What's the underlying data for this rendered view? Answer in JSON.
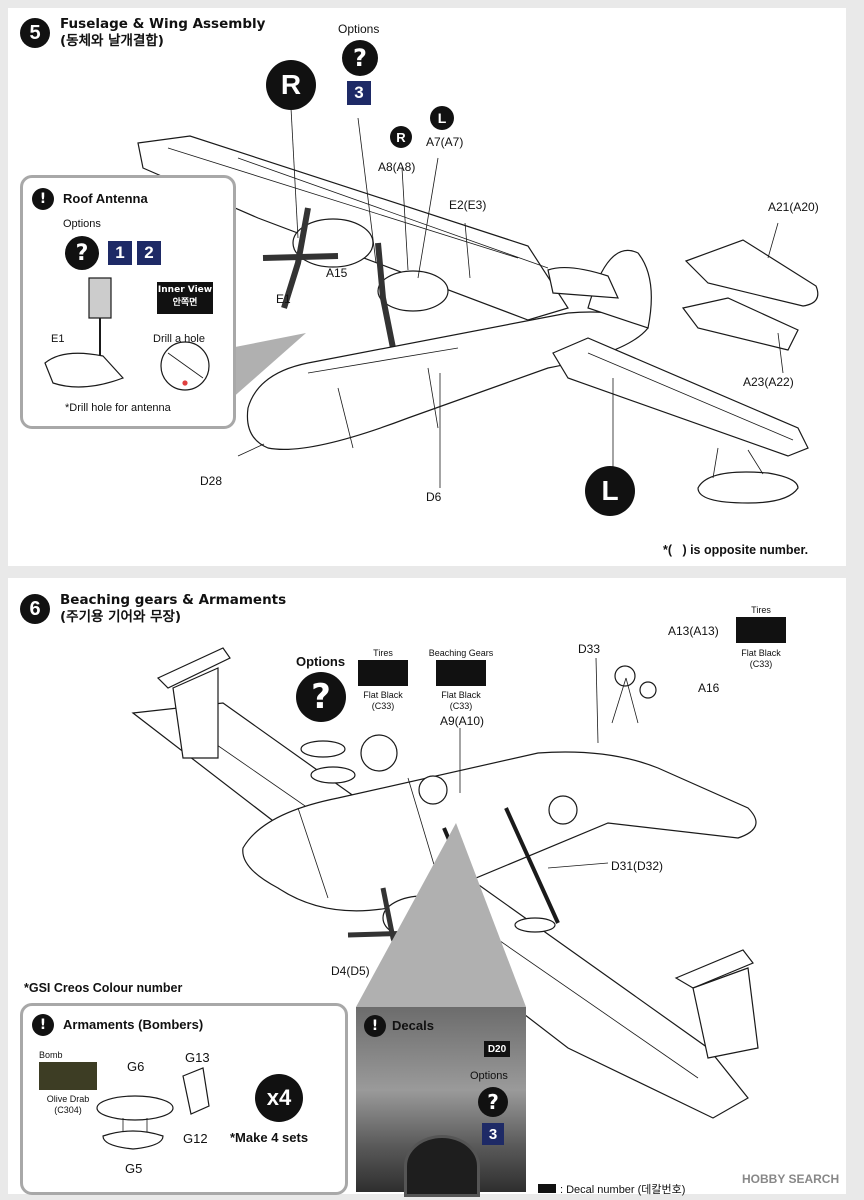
{
  "step5": {
    "number": "5",
    "title_en": "Fuselage & Wing Assembly",
    "title_ko": "(동체와 날개결합)",
    "options_label": "Options",
    "option_q": "?",
    "option_num": "3",
    "side_r": "R",
    "side_l": "L",
    "parts": {
      "a7": "A7(A7)",
      "a8": "A8(A8)",
      "e2": "E2(E3)",
      "a21": "A21(A20)",
      "a15": "A15",
      "e1": "E1",
      "a23": "A23(A22)",
      "d28": "D28",
      "d6": "D6"
    },
    "roof_antenna": {
      "alert": "!",
      "title": "Roof Antenna",
      "options_label": "Options",
      "q": "?",
      "opt1": "1",
      "opt2": "2",
      "inner_view_en": "Inner View",
      "inner_view_ko": "안쪽면",
      "e1": "E1",
      "drill_label": "Drill a hole",
      "note": "*Drill hole for antenna"
    },
    "footnote": "*(   ) is opposite number."
  },
  "step6": {
    "number": "6",
    "title_en": "Beaching gears & Armaments",
    "title_ko": "(주기용 기어와 무장)",
    "options_label": "Options",
    "option_q": "?",
    "swatches": {
      "tires1": {
        "title": "Tires",
        "name": "Flat Black",
        "code": "(C33)"
      },
      "beaching": {
        "title": "Beaching Gears",
        "name": "Flat Black",
        "code": "(C33)"
      },
      "tires2": {
        "title": "Tires",
        "name": "Flat Black",
        "code": "(C33)"
      }
    },
    "parts": {
      "a9": "A9(A10)",
      "d33": "D33",
      "a13": "A13(A13)",
      "a16": "A16",
      "d31": "D31(D32)",
      "d4": "D4(D5)"
    },
    "gsi_note": "*GSI Creos Colour number",
    "armaments": {
      "alert": "!",
      "title": "Armaments (Bombers)",
      "bomb_label": "Bomb",
      "bomb_color": "Olive Drab",
      "bomb_code": "(C304)",
      "g6": "G6",
      "g13": "G13",
      "g12": "G12",
      "g5": "G5",
      "multiplier": "x4",
      "make_sets": "*Make 4 sets"
    },
    "decals": {
      "alert": "!",
      "title": "Decals",
      "d20": "D20",
      "options_label": "Options",
      "q": "?",
      "num": "3"
    },
    "decal_legend": ": Decal number (데칼번호)"
  },
  "watermark": "HOBBY SEARCH",
  "colors": {
    "navy": "#1e2a66",
    "black": "#111111",
    "olive": "#3d3d24",
    "panel_border": "#a8a8a8"
  }
}
